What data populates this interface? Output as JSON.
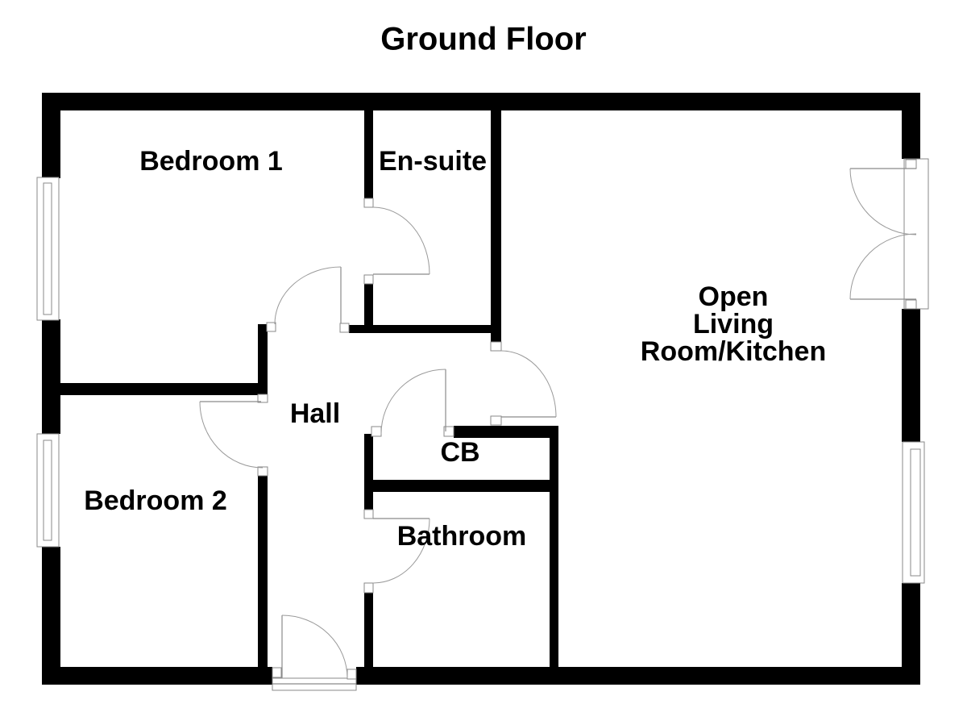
{
  "title": "Ground Floor",
  "rooms": {
    "bedroom1": "Bedroom 1",
    "ensuite": "En-suite",
    "living": "Open\nLiving\nRoom/Kitchen",
    "hall": "Hall",
    "cb": "CB",
    "bathroom": "Bathroom",
    "bedroom2": "Bedroom 2"
  },
  "colors": {
    "wall": "#000000",
    "background": "#ffffff",
    "fixture_line": "#8a8a8a",
    "text": "#000000"
  }
}
